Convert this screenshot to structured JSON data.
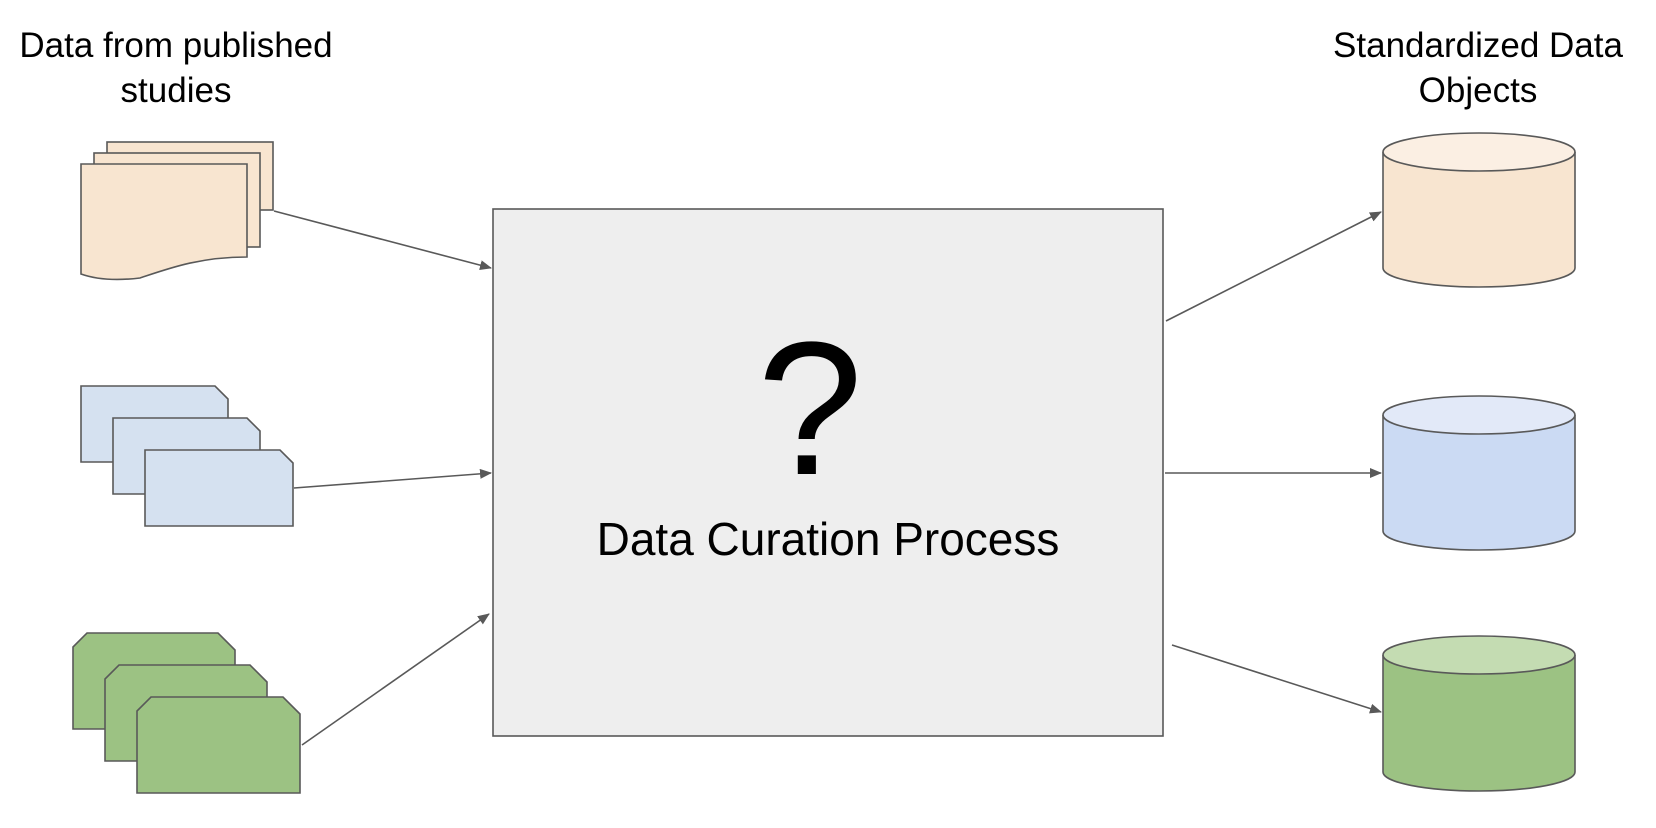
{
  "inputs": {
    "title_line1": "Data from published",
    "title_line2": "studies"
  },
  "outputs": {
    "title_line1": "Standardized Data",
    "title_line2": "Objects"
  },
  "process": {
    "symbol": "?",
    "label": "Data Curation Process"
  },
  "colors": {
    "line": "#595959",
    "process_fill": "#eeeeee",
    "orange_fill": "#f8e5d0",
    "orange_top": "#fbefe3",
    "blue_fill": "#d5e1f0",
    "blue_db_fill": "#cbdaf3",
    "blue_top": "#e2e9f8",
    "green_fill": "#9cc283",
    "green_top": "#c4dcb2"
  }
}
